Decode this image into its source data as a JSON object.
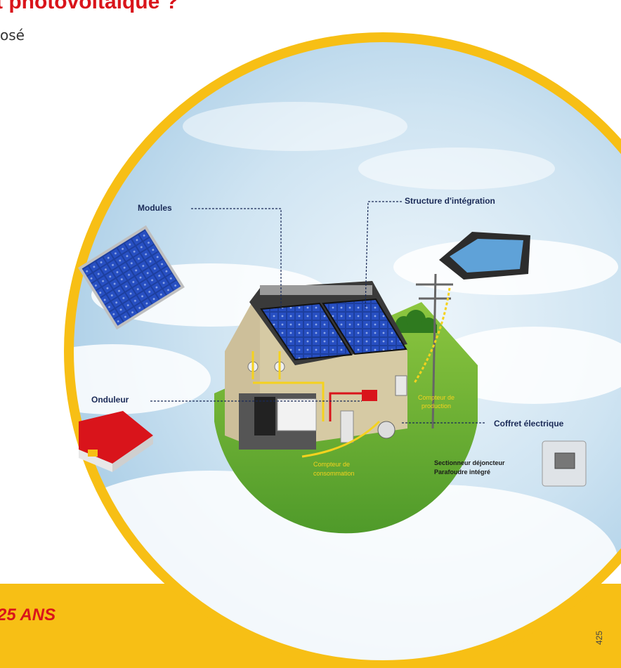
{
  "header": {
    "title_fragment": "t photovoltaïque ?",
    "intro_fragment": "osé"
  },
  "labels": {
    "modules": "Modules",
    "structure": "Structure d'intégration",
    "onduleur": "Onduleur",
    "coffret": "Coffret électrique",
    "sectionneur_line1": "Sectionneur déjoncteur",
    "sectionneur_line2": "Parafoudre intégré",
    "compteur_production_line1": "Compteur de",
    "compteur_production_line2": "production",
    "compteur_consommation_line1": "Compteur de",
    "compteur_consommation_line2": "consommation"
  },
  "footer": {
    "band_text": "25 ANS",
    "reference": "425"
  },
  "colors": {
    "frame": "#f7bf15",
    "title_red": "#d9141b",
    "label_navy": "#1a2a57"
  }
}
